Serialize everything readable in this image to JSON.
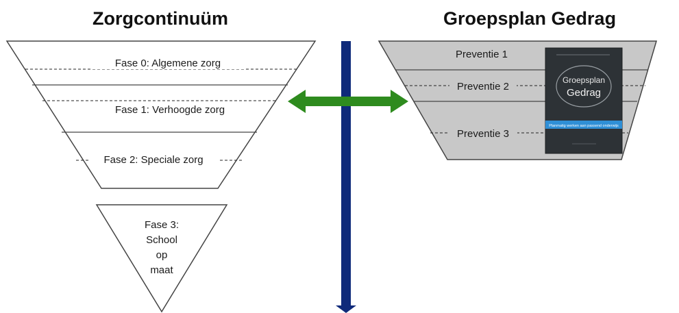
{
  "left": {
    "title": "Zorgcontinuüm",
    "levels": [
      "Fase 0: Algemene zorg",
      "Fase 1: Verhoogde zorg",
      "Fase 2: Speciale zorg"
    ],
    "bottom_lines": [
      "Fase 3:",
      "School",
      "op",
      "maat"
    ]
  },
  "right": {
    "title": "Groepsplan Gedrag",
    "levels": [
      "Preventie 1",
      "Preventie 2",
      "Preventie 3"
    ],
    "book": {
      "title_line1": "Groepsplan",
      "title_line2": "Gedrag",
      "subtitle": "Planmatig werken aan passend onderwijs"
    }
  },
  "colors": {
    "timeline": "#0f2a7a",
    "double_arrow": "#2e8b1e",
    "right_funnel_fill": "#c8c8c8",
    "book_cover": "#2d3236",
    "book_band": "#2f8fd6"
  }
}
